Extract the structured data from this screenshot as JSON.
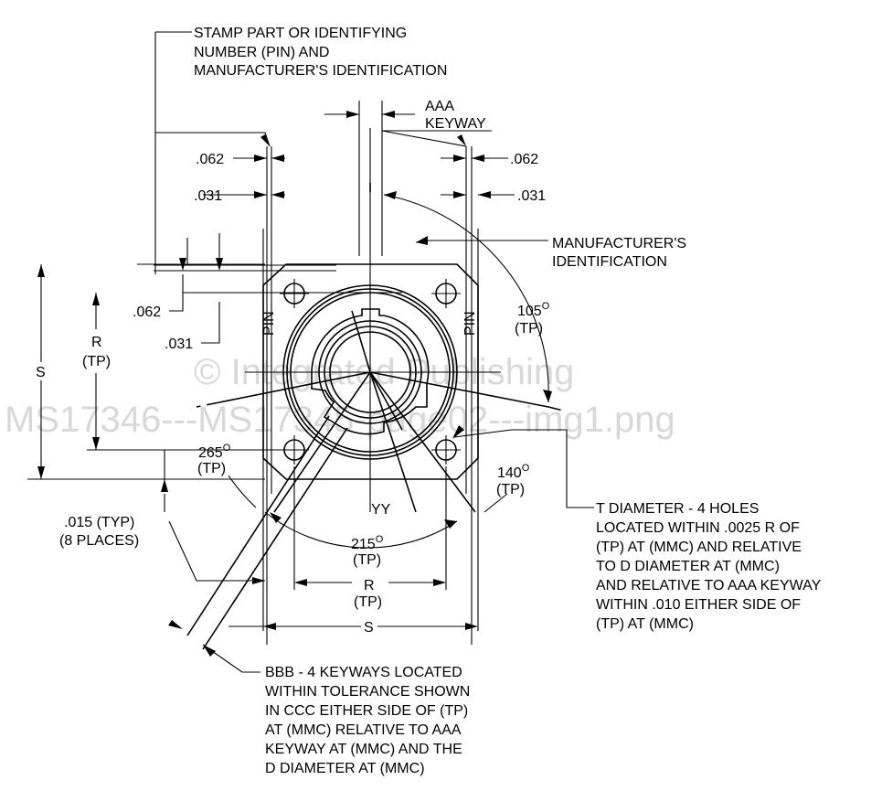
{
  "watermark": {
    "line1": "© Integrated Publishing",
    "line2": "MS17346---MS17345-page02---img1.png"
  },
  "notes": {
    "stamp": [
      "STAMP PART OR IDENTIFYING",
      "NUMBER (PIN) AND",
      "MANUFACTURER'S IDENTIFICATION"
    ],
    "keyway": [
      "AAA",
      "KEYWAY"
    ],
    "mfr": [
      "MANUFACTURER'S",
      "IDENTIFICATION"
    ],
    "t_diameter": [
      "T  DIAMETER - 4 HOLES",
      "LOCATED WITHIN .0025  R  OF",
      "(TP) AT (MMC) AND RELATIVE",
      "TO  D  DIAMETER AT (MMC)",
      "AND RELATIVE TO AAA KEYWAY",
      "WITHIN .010 EITHER SIDE OF",
      "(TP) AT (MMC)"
    ],
    "bbb": [
      "BBB - 4 KEYWAYS LOCATED",
      "WITHIN TOLERANCE SHOWN",
      "IN CCC EITHER SIDE OF (TP)",
      "AT (MMC) RELATIVE TO AAA",
      "KEYWAY AT (MMC) AND THE",
      "D  DIAMETER AT (MMC)"
    ],
    "typ": [
      "(8 PLACES)"
    ],
    "typ_value": ".015 (TYP)"
  },
  "dims": {
    "d062_left": ".062",
    "d031_left": ".031",
    "d062_right": ".062",
    "d031_right": ".031",
    "d062_side": ".062",
    "d031_side": ".031",
    "s_left": "S",
    "r_left": "R",
    "tp": "(TP)",
    "r_bottom": "R",
    "s_bottom": "S",
    "a105": "105",
    "a265": "265",
    "a140": "140",
    "a215": "215",
    "deg": "O",
    "pin": "PIN",
    "yy": "YY"
  }
}
